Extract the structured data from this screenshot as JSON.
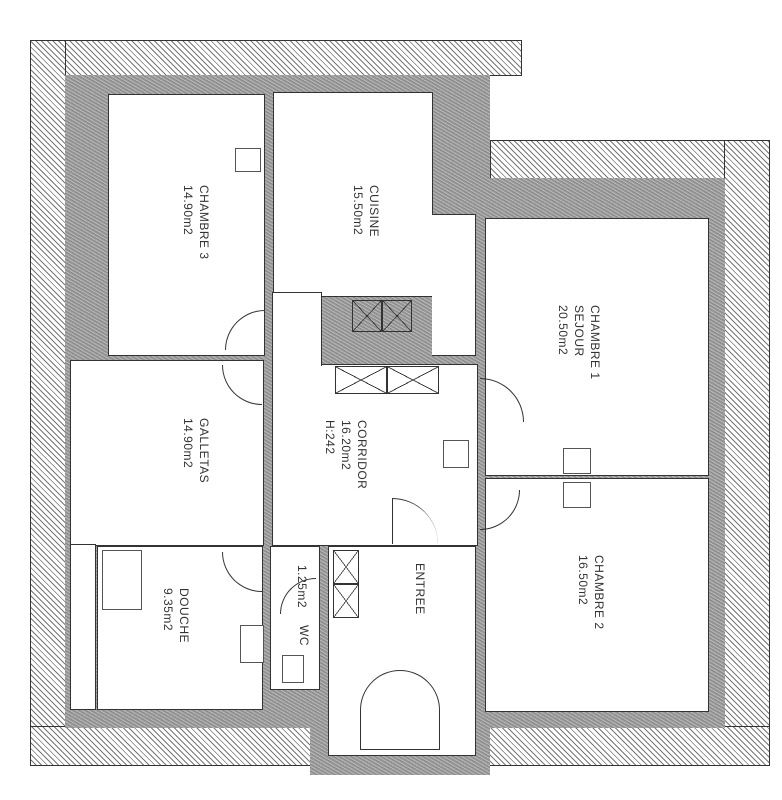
{
  "plan": {
    "rooms": [
      {
        "name": "CHAMBRE 3",
        "area": "14.90m2"
      },
      {
        "name": "CUISINE",
        "area": "15.50m2"
      },
      {
        "name": "CHAMBRE 1",
        "sub": "SEJOUR",
        "area": "20.50m2"
      },
      {
        "name": "GALLETAS",
        "area": "14.90m2"
      },
      {
        "name": "CORRIDOR",
        "area": "16.20m2",
        "height": "H:242"
      },
      {
        "name": "DOUCHE",
        "area": "9.35m2"
      },
      {
        "name": "WC",
        "area": "1.25m2"
      },
      {
        "name": "ENTREE"
      },
      {
        "name": "CHAMBRE 2",
        "area": "16.50m2"
      }
    ],
    "colors": {
      "wall": "#9a9a9a",
      "line": "#333333"
    }
  }
}
